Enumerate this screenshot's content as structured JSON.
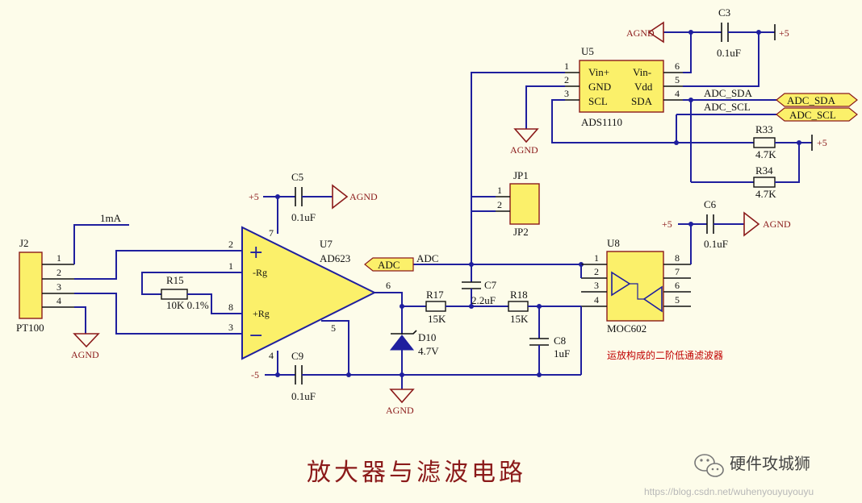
{
  "title": "放大器与滤波电路",
  "note": "运放构成的二阶低通滤波器",
  "watermark": "硬件攻城狮",
  "url": "https://blog.csdn.net/wuhenyouyuyouyu",
  "components": {
    "j2": {
      "ref": "J2",
      "value": "PT100",
      "pins": [
        "1",
        "2",
        "3",
        "4"
      ],
      "current": "1mA"
    },
    "r15": {
      "ref": "R15",
      "value": "10K 0.1%"
    },
    "u7": {
      "ref": "U7",
      "value": "AD623",
      "pins": {
        "p2": "2",
        "p1": "1",
        "p8": "8",
        "p3": "3",
        "p7": "7",
        "p4": "4",
        "p5": "5",
        "p6": "6"
      },
      "labels": {
        "plus": "+",
        "rg_neg": "-Rg",
        "rg_pos": "+Rg",
        "minus": "−"
      }
    },
    "c5": {
      "ref": "C5",
      "value": "0.1uF"
    },
    "c9": {
      "ref": "C9",
      "value": "0.1uF"
    },
    "d10": {
      "ref": "D10",
      "value": "4.7V"
    },
    "r17": {
      "ref": "R17",
      "value": "15K"
    },
    "c7": {
      "ref": "C7",
      "value": "2.2uF"
    },
    "r18": {
      "ref": "R18",
      "value": "15K"
    },
    "c8": {
      "ref": "C8",
      "value": "1uF"
    },
    "jp1": {
      "ref": "JP1",
      "alt": "JP2",
      "pins": [
        "1",
        "2"
      ]
    },
    "u5": {
      "ref": "U5",
      "value": "ADS1110",
      "left": [
        "Vin+",
        "GND",
        "SCL"
      ],
      "right": [
        "Vin-",
        "Vdd",
        "SDA"
      ],
      "lpins": [
        "1",
        "2",
        "3"
      ],
      "rpins": [
        "6",
        "5",
        "4"
      ]
    },
    "c3": {
      "ref": "C3",
      "value": "0.1uF"
    },
    "r33": {
      "ref": "R33",
      "value": "4.7K"
    },
    "r34": {
      "ref": "R34",
      "value": "4.7K"
    },
    "u8": {
      "ref": "U8",
      "value": "MOC602",
      "lpins": [
        "1",
        "2",
        "3",
        "4"
      ],
      "rpins": [
        "8",
        "7",
        "6",
        "5"
      ]
    },
    "c6": {
      "ref": "C6",
      "value": "0.1uF"
    }
  },
  "nets": {
    "agnd": "AGND",
    "p5": "+5",
    "m5": "-5",
    "adc": "ADC",
    "adc_sda": "ADC_SDA",
    "adc_scl": "ADC_SCL"
  }
}
